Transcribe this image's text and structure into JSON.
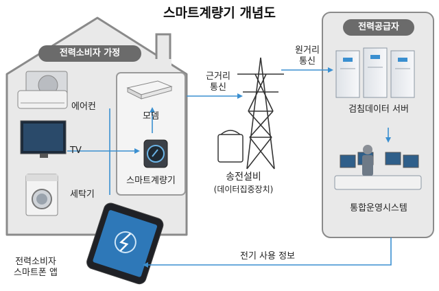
{
  "title": "스마트계량기 개념도",
  "household": {
    "title": "전력소비자 가정",
    "appliances": [
      "에어컨",
      "TV",
      "세탁기"
    ],
    "modem": "모뎀",
    "smart_meter": "스마트계량기"
  },
  "network": {
    "short_range": [
      "근거리",
      "통신"
    ],
    "long_range": [
      "원거리",
      "통신"
    ]
  },
  "transmission": {
    "label": "송전설비",
    "sublabel": "(데이터집중장치)"
  },
  "supplier": {
    "title": "전력공급자",
    "server": "검침데이터 서버",
    "operations": "통합운영시스템"
  },
  "feedback": {
    "label": "전기 사용 정보"
  },
  "consumer_app": [
    "전력소비자",
    "스마트폰 앱"
  ],
  "colors": {
    "arrow": "#3a8fd0",
    "panel": "#e9e9e9",
    "panel_border": "#8a8a8a",
    "pill": "#6b6b6b"
  }
}
